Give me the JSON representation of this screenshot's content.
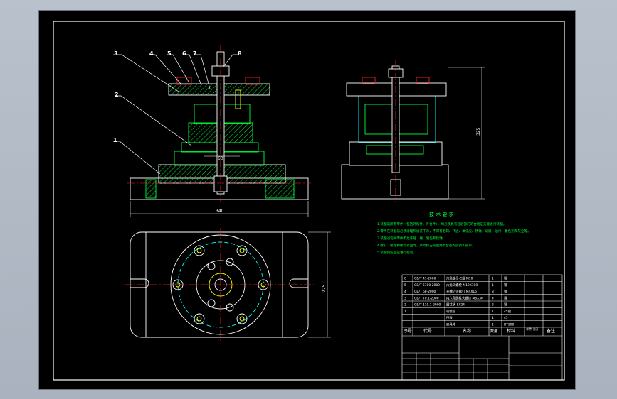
{
  "drawing": {
    "part_numbers": [
      "1",
      "2",
      "3",
      "4",
      "5",
      "6",
      "7",
      "8"
    ],
    "dimensions": {
      "front_inner": "60",
      "front_base_width": "340",
      "side_height": "325",
      "plan_height": "225"
    },
    "tech_req": {
      "title": "技 术 要 求",
      "lines": [
        "1.装配前所有零件（包括外购件、外协件），均必须具有检验部门的合格证方能进行装配。",
        "2.零件在装配前必须清理和清洗干净，不得有毛刺、飞边、氧化皮、锈蚀、切屑、油污、着色剂和灰尘等。",
        "3.装配过程中零件不允许磕、碰、划伤和锈蚀。",
        "4.螺钉、螺栓和螺母紧固时，严禁打击或使用不合适的旋具和扳手。",
        "5.装配完成后应进行检验。"
      ]
    },
    "title_block": {
      "headers": {
        "seq": "序号",
        "code": "代号",
        "name": "名称",
        "qty": "数量",
        "material": "材料",
        "weight": "单件 总计",
        "note": "备注"
      },
      "rows": [
        {
          "seq": "6",
          "code": "GB/T 41-2000",
          "name": "六角螺母-C级 M10",
          "qty": "1",
          "material": "钢"
        },
        {
          "seq": "5",
          "code": "GB/T 5780-2000",
          "name": "六角头螺栓 M10X100",
          "qty": "1",
          "material": "钢"
        },
        {
          "seq": "4",
          "code": "GB/T 68-2000",
          "name": "开槽沉头螺钉 M4X16",
          "qty": "8",
          "material": "钢"
        },
        {
          "seq": "3",
          "code": "GB/T 70.1-2000",
          "name": "内六角圆柱头螺钉 M6X30",
          "qty": "4",
          "material": "钢"
        },
        {
          "seq": "2",
          "code": "GB/T 119.1-2000",
          "name": "圆柱销 8X24",
          "qty": "2",
          "material": "钢"
        },
        {
          "seq": "1",
          "code": "",
          "name": "转接盘",
          "qty": "1",
          "material": "45钢"
        },
        {
          "seq": "",
          "code": "",
          "name": "压板",
          "qty": "1",
          "material": "45"
        },
        {
          "seq": "",
          "code": "",
          "name": "夹具体",
          "qty": "1",
          "material": "HT200"
        }
      ]
    }
  },
  "colors": {
    "outline": "#ffffff",
    "red": "#ff2020",
    "cyan": "#00ffff",
    "green": "#00ff3a",
    "magenta": "#ff00ff",
    "yellow": "#ffff00",
    "frame": "#ffffff"
  }
}
